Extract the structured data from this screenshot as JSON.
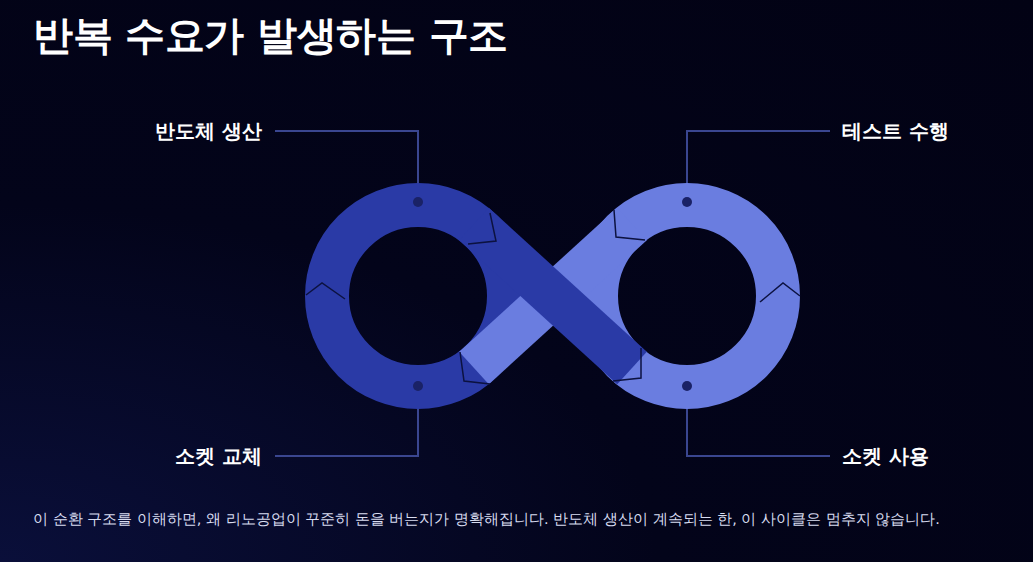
{
  "diagram": {
    "title": "반복 수요가 발생하는 구조",
    "caption": "이 순환 구조를 이해하면, 왜 리노공업이 꾸준히 돈을 버는지가 명확해집니다. 반도체 생산이 계속되는 한, 이 사이클은 멈추지 않습니다.",
    "labels": [
      "반도체 생산",
      "테스트 수행",
      "소켓 교체",
      "소켓 사용"
    ]
  }
}
